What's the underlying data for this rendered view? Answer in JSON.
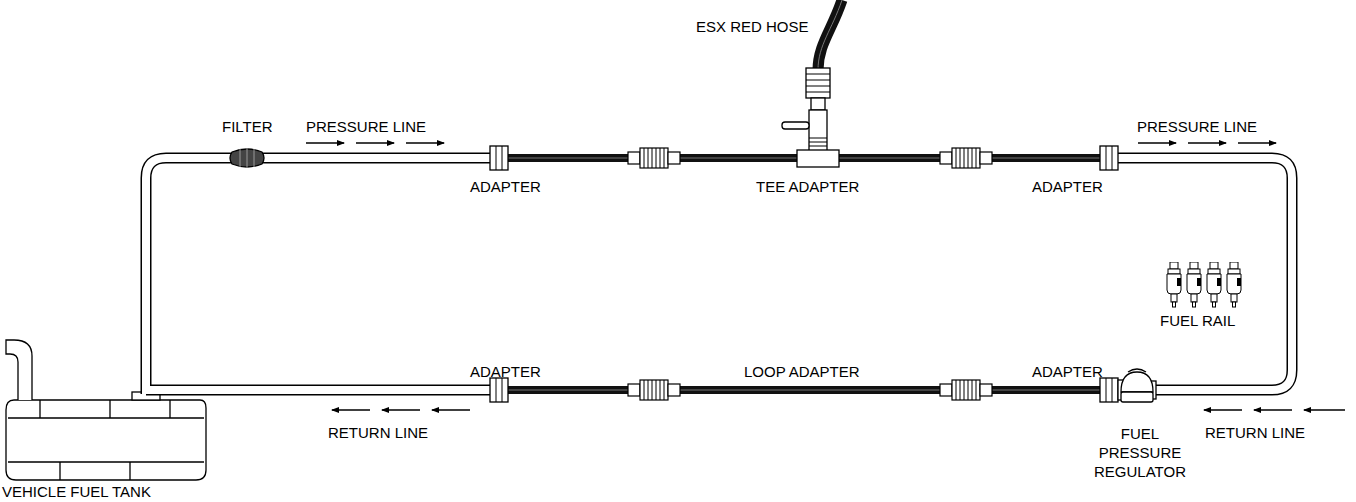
{
  "diagram": {
    "labels": [
      "ESX RED HOSE",
      "FILTER",
      "PRESSURE LINE",
      "PRESSURE LINE",
      "ADAPTER",
      "TEE ADAPTER",
      "ADAPTER",
      "FUEL RAIL",
      "ADAPTER",
      "LOOP ADAPTER",
      "ADAPTER",
      "RETURN LINE",
      "RETURN LINE",
      "FUEL PRESSURE REGULATOR",
      "VEHICLE FUEL TANK"
    ]
  }
}
